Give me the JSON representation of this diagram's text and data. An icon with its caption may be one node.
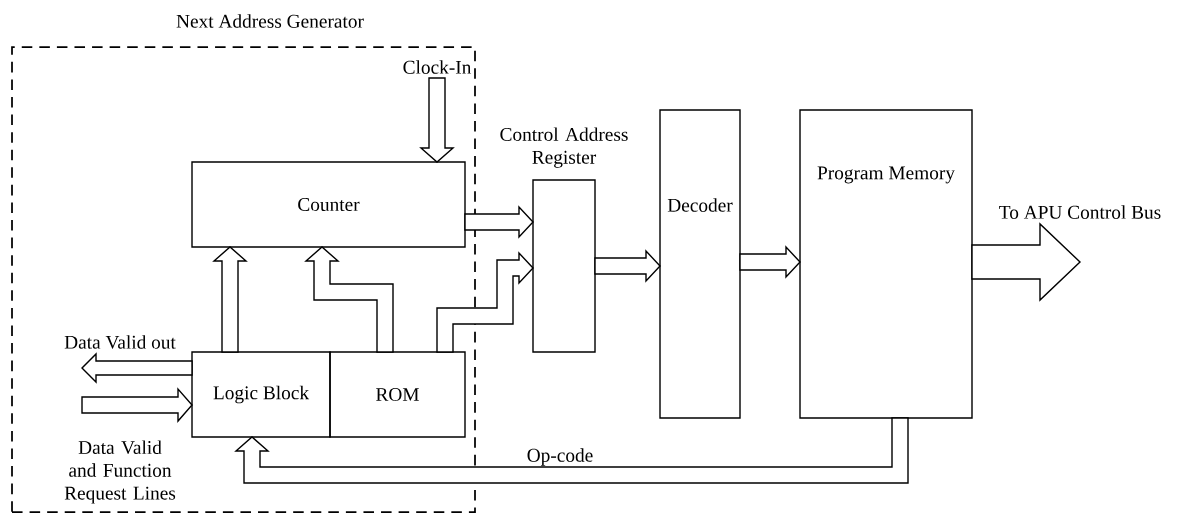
{
  "diagram": {
    "nodes": [
      {
        "text": [
          "Next Address Generator"
        ]
      },
      {
        "text": [
          "Counter"
        ],
        "in": 0
      },
      {
        "text": [
          "Logic Block"
        ],
        "in": 0
      },
      {
        "text": [
          "ROM"
        ],
        "in": 0
      },
      {
        "text": [
          "Control Address Register"
        ]
      },
      {
        "text": [
          "Decoder"
        ]
      },
      {
        "text": [
          "Program Memory"
        ]
      },
      {
        "text": [
          "Clock-In"
        ],
        "in": 0
      }
    ],
    "edges": [
      {
        "from": 7,
        "to": 1,
        "arrow": "to"
      },
      {
        "from": 1,
        "to": 4,
        "arrow": "to"
      },
      {
        "from": 2,
        "to": 1,
        "arrow": "to"
      },
      {
        "from": 3,
        "to": 1,
        "arrow": "to"
      },
      {
        "from": 3,
        "to": 4,
        "arrow": "to"
      },
      {
        "from": 2,
        "to": null,
        "arrow": "to",
        "label": "Data Valid out"
      },
      {
        "from": null,
        "to": 2,
        "arrow": "to",
        "label": "Data Valid and Function Request Lines"
      },
      {
        "from": 4,
        "to": 5,
        "arrow": "to"
      },
      {
        "from": 5,
        "to": 6,
        "arrow": "to"
      },
      {
        "from": 6,
        "to": null,
        "arrow": "to",
        "label": "To APU Control Bus"
      },
      {
        "from": 6,
        "to": 2,
        "arrow": "to",
        "label": "Op-code"
      }
    ]
  }
}
